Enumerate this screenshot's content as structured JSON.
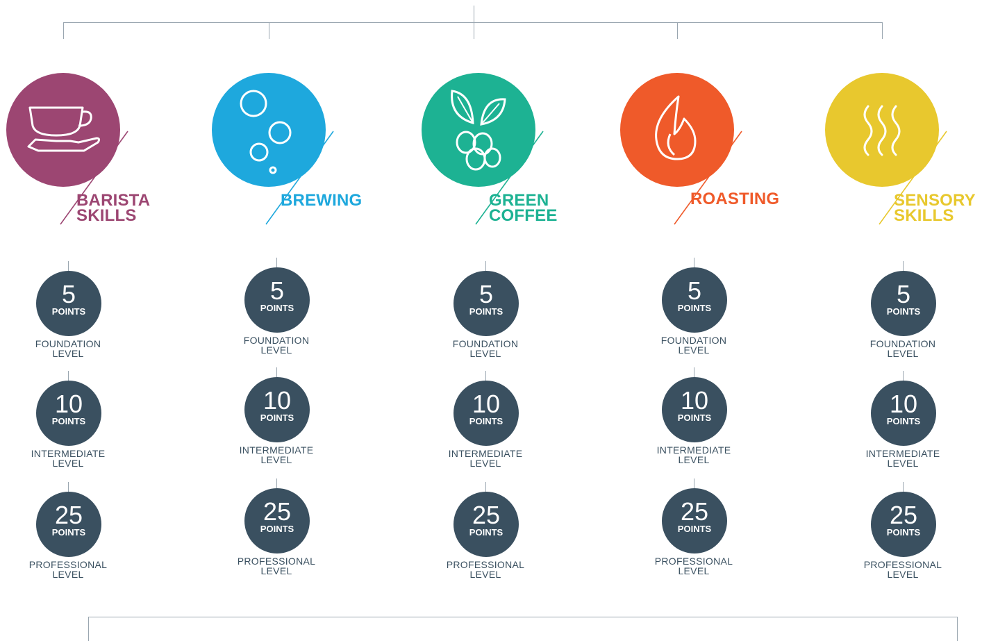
{
  "categories": [
    {
      "id": "barista",
      "title_line1": "BARISTA",
      "title_line2": "SKILLS",
      "color": "#9c4672",
      "icon": "cup-on-hand-icon",
      "levels": [
        {
          "points": "5",
          "unit": "POINTS",
          "label_line1": "FOUNDATION",
          "label_line2": "LEVEL"
        },
        {
          "points": "10",
          "unit": "POINTS",
          "label_line1": "INTERMEDIATE",
          "label_line2": "LEVEL"
        },
        {
          "points": "25",
          "unit": "POINTS",
          "label_line1": "PROFESSIONAL",
          "label_line2": "LEVEL"
        }
      ]
    },
    {
      "id": "brewing",
      "title_line1": "BREWING",
      "title_line2": "",
      "color": "#1ea8dd",
      "icon": "bubbles-icon",
      "levels": [
        {
          "points": "5",
          "unit": "POINTS",
          "label_line1": "FOUNDATION",
          "label_line2": "LEVEL"
        },
        {
          "points": "10",
          "unit": "POINTS",
          "label_line1": "INTERMEDIATE",
          "label_line2": "LEVEL"
        },
        {
          "points": "25",
          "unit": "POINTS",
          "label_line1": "PROFESSIONAL",
          "label_line2": "LEVEL"
        }
      ]
    },
    {
      "id": "green-coffee",
      "title_line1": "GREEN",
      "title_line2": "COFFEE",
      "color": "#1db293",
      "icon": "leaves-and-beans-icon",
      "levels": [
        {
          "points": "5",
          "unit": "POINTS",
          "label_line1": "FOUNDATION",
          "label_line2": "LEVEL"
        },
        {
          "points": "10",
          "unit": "POINTS",
          "label_line1": "INTERMEDIATE",
          "label_line2": "LEVEL"
        },
        {
          "points": "25",
          "unit": "POINTS",
          "label_line1": "PROFESSIONAL",
          "label_line2": "LEVEL"
        }
      ]
    },
    {
      "id": "roasting",
      "title_line1": "ROASTING",
      "title_line2": "",
      "color": "#ef5a2a",
      "icon": "flame-icon",
      "levels": [
        {
          "points": "5",
          "unit": "POINTS",
          "label_line1": "FOUNDATION",
          "label_line2": "LEVEL"
        },
        {
          "points": "10",
          "unit": "POINTS",
          "label_line1": "INTERMEDIATE",
          "label_line2": "LEVEL"
        },
        {
          "points": "25",
          "unit": "POINTS",
          "label_line1": "PROFESSIONAL",
          "label_line2": "LEVEL"
        }
      ]
    },
    {
      "id": "sensory",
      "title_line1": "SENSORY",
      "title_line2": "SKILLS",
      "color": "#e8c82e",
      "icon": "aroma-waves-icon",
      "levels": [
        {
          "points": "5",
          "unit": "POINTS",
          "label_line1": "FOUNDATION",
          "label_line2": "LEVEL"
        },
        {
          "points": "10",
          "unit": "POINTS",
          "label_line1": "INTERMEDIATE",
          "label_line2": "LEVEL"
        },
        {
          "points": "25",
          "unit": "POINTS",
          "label_line1": "PROFESSIONAL",
          "label_line2": "LEVEL"
        }
      ]
    }
  ],
  "colors": {
    "badge": "#3a5060",
    "connector": "#9aa6b0"
  }
}
